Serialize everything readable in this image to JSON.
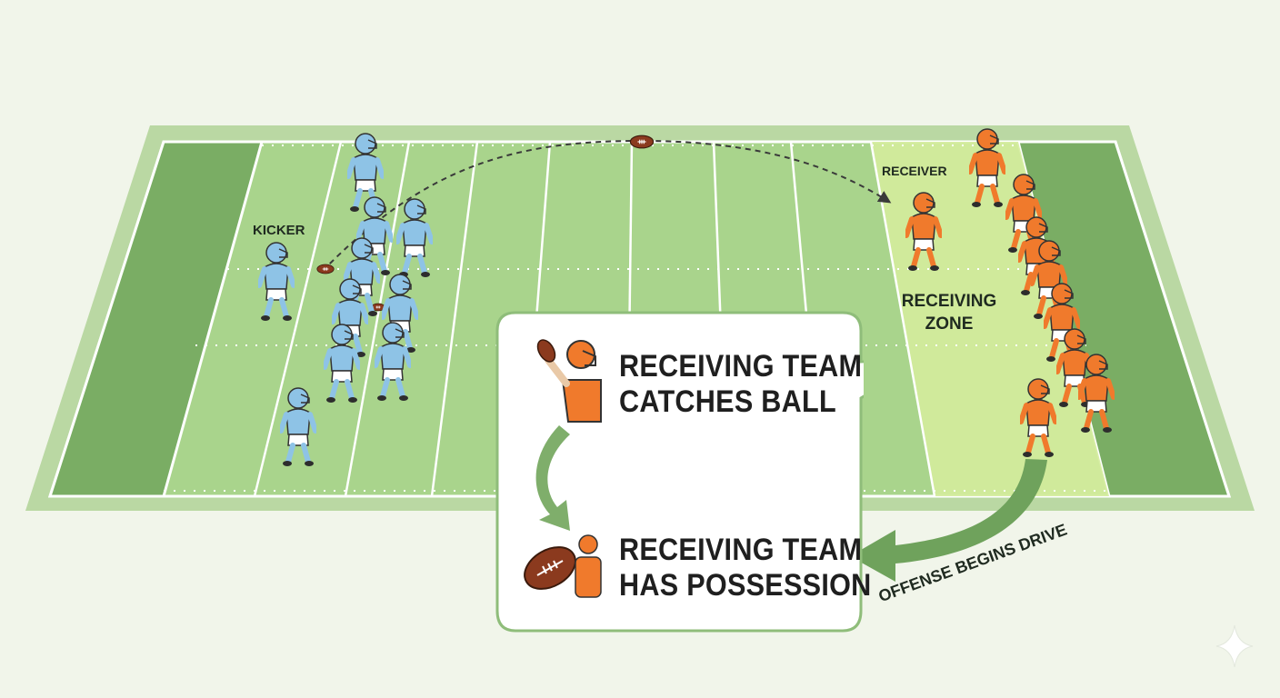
{
  "labels": {
    "kicker": "KICKER",
    "receiver": "RECEIVER",
    "receiving_zone": [
      "RECEIVING",
      "ZONE"
    ],
    "offense_drive": "OFFENSE BEGINS DRIVE"
  },
  "callout": {
    "step1": [
      "RECEIVING TEAM",
      "CATCHES BALL"
    ],
    "step2": [
      "RECEIVING TEAM",
      "HAS POSSESSION"
    ]
  },
  "icons": {
    "step1": "catching-player-icon",
    "step2": "football-and-person-icon",
    "flow": "curved-arrow-icon"
  },
  "colors": {
    "kicking_team": "#8ec3e6",
    "receiving_team": "#f07a2c",
    "field": "#a9d48c",
    "endzone": "#7aad64",
    "receiving_zone": "#d4ec9c",
    "arrow": "#6fa25c"
  }
}
